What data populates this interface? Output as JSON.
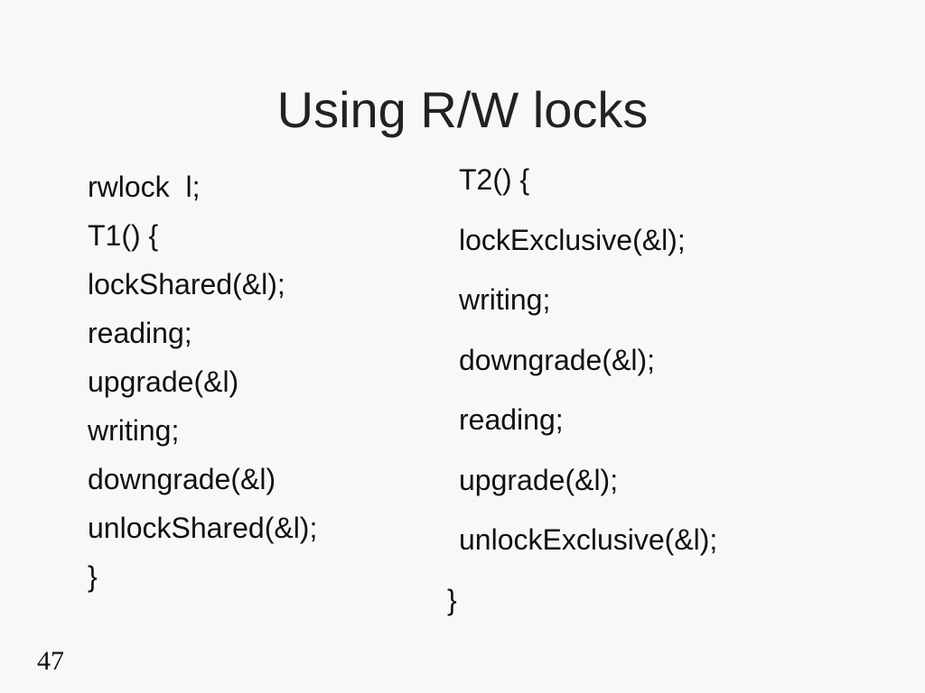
{
  "slide": {
    "title": "Using R/W locks",
    "left_code": [
      "rwlock  l;",
      "T1() {",
      "lockShared(&l);",
      "reading;",
      "upgrade(&l)",
      "writing;",
      "downgrade(&l)",
      "unlockShared(&l);",
      "}"
    ],
    "right_code": [
      "T2() {",
      "lockExclusive(&l);",
      "writing;",
      "downgrade(&l);",
      "reading;",
      "upgrade(&l);",
      "unlockExclusive(&l);"
    ],
    "right_closing": "}",
    "page_number": "47"
  }
}
